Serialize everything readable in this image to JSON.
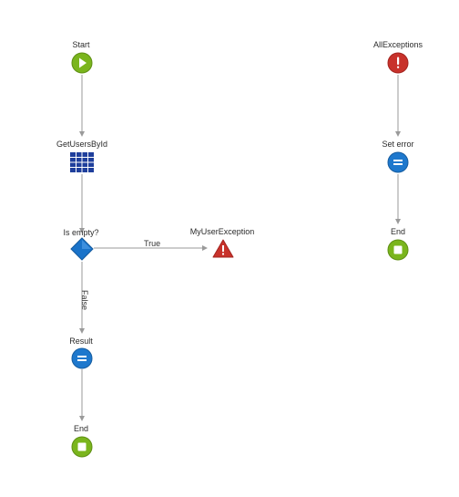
{
  "nodes": {
    "start": {
      "label": "Start",
      "icon": "play-icon",
      "color": "#7ab51d"
    },
    "get_users": {
      "label": "GetUsersById",
      "icon": "table-icon",
      "color": "#1f3f9c"
    },
    "is_empty": {
      "label": "Is empty?",
      "icon": "diamond-icon",
      "color": "#1a73c9"
    },
    "my_user_exception": {
      "label": "MyUserException",
      "icon": "warning-icon",
      "color": "#c8322b"
    },
    "result": {
      "label": "Result",
      "icon": "assign-icon",
      "color": "#1e78cd"
    },
    "end_left": {
      "label": "End",
      "icon": "stop-icon",
      "color": "#7ab51d"
    },
    "all_exceptions": {
      "label": "AllExceptions",
      "icon": "error-icon",
      "color": "#c8322b"
    },
    "set_error": {
      "label": "Set error",
      "icon": "assign-icon",
      "color": "#1e78cd"
    },
    "end_right": {
      "label": "End",
      "icon": "stop-icon",
      "color": "#7ab51d"
    }
  },
  "edge_labels": {
    "true": "True",
    "false": "False"
  },
  "colors": {
    "connector": "#9a9a9a"
  }
}
